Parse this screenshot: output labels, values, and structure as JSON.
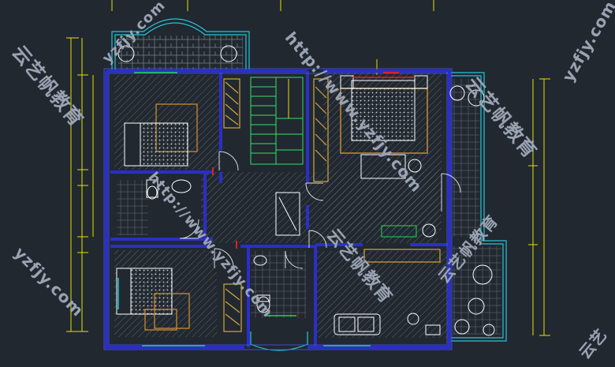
{
  "drawing": {
    "type": "architectural floor plan",
    "colors": {
      "background": "#212830",
      "wall": "#2a2fc8",
      "wall_line": "#4a55ff",
      "dimension": "#e8e000",
      "balcony": "#27c4d6",
      "door": "#d8d8d8",
      "furniture": "#ffffff",
      "bed": "#c98a2a",
      "wardrobe": "#d4a640",
      "stair": "#35e06a",
      "green_line": "#27d64a",
      "red_mark": "#e02222",
      "hatch": "#808890"
    }
  },
  "watermarks": [
    {
      "text": "yzfjy.com",
      "color": "#9aa3b2",
      "icon": "watermark-text"
    },
    {
      "text": "云艺帆教育",
      "color": "#9aa3b2",
      "icon": "watermark-text"
    },
    {
      "text": "http://www.yzfjy.com",
      "color": "#9aa3b2",
      "icon": "watermark-text"
    },
    {
      "text": "云艺帆教育",
      "color": "#9aa3b2",
      "icon": "watermark-text"
    },
    {
      "text": "云艺帆教育",
      "color": "#9aa3b2",
      "icon": "watermark-text"
    },
    {
      "text": "yzfjy.com",
      "color": "#9aa3b2",
      "icon": "watermark-text"
    },
    {
      "text": "http://www.yzfjy.com",
      "color": "#9aa3b2",
      "icon": "watermark-text"
    },
    {
      "text": "yzfjy.com",
      "color": "#9aa3b2",
      "icon": "watermark-text"
    },
    {
      "text": "云艺帆教育",
      "color": "#9aa3b2",
      "icon": "watermark-text"
    },
    {
      "text": "云艺",
      "color": "#9aa3b2",
      "icon": "watermark-text"
    }
  ]
}
